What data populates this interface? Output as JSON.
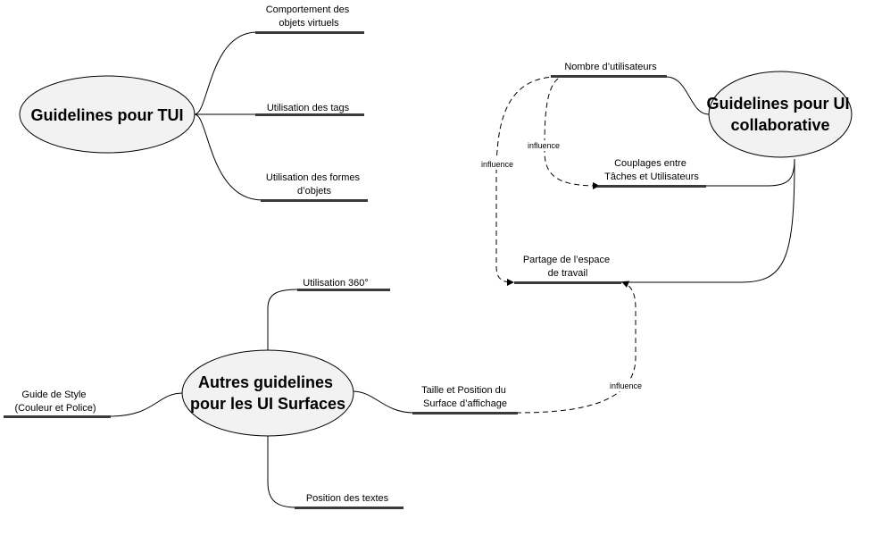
{
  "hubs": {
    "tui": [
      "Guidelines pour TUI"
    ],
    "collab": [
      "Guidelines pour UI",
      "collaborative"
    ],
    "surfaces": [
      "Autres guidelines",
      "pour les UI Surfaces"
    ]
  },
  "leaves": {
    "comportement": [
      "Comportement des",
      "objets virtuels"
    ],
    "tags": [
      "Utilisation des tags"
    ],
    "formes": [
      "Utilisation des formes",
      "d’objets"
    ],
    "nombre": [
      "Nombre d’utilisateurs"
    ],
    "couplages": [
      "Couplages entre",
      "Tâches et Utilisateurs"
    ],
    "partage": [
      "Partage de l’espace",
      "de travail"
    ],
    "utilisation360": [
      "Utilisation 360°"
    ],
    "style": [
      "Guide de Style",
      "(Couleur et Police)"
    ],
    "taille": [
      "Taille et Position du",
      "Surface d’affichage"
    ],
    "textes": [
      "Position des textes"
    ]
  },
  "influence_labels": {
    "nombre_to_partage": "influence",
    "nombre_to_couplages": "influence",
    "taille_to_partage": "influence"
  }
}
